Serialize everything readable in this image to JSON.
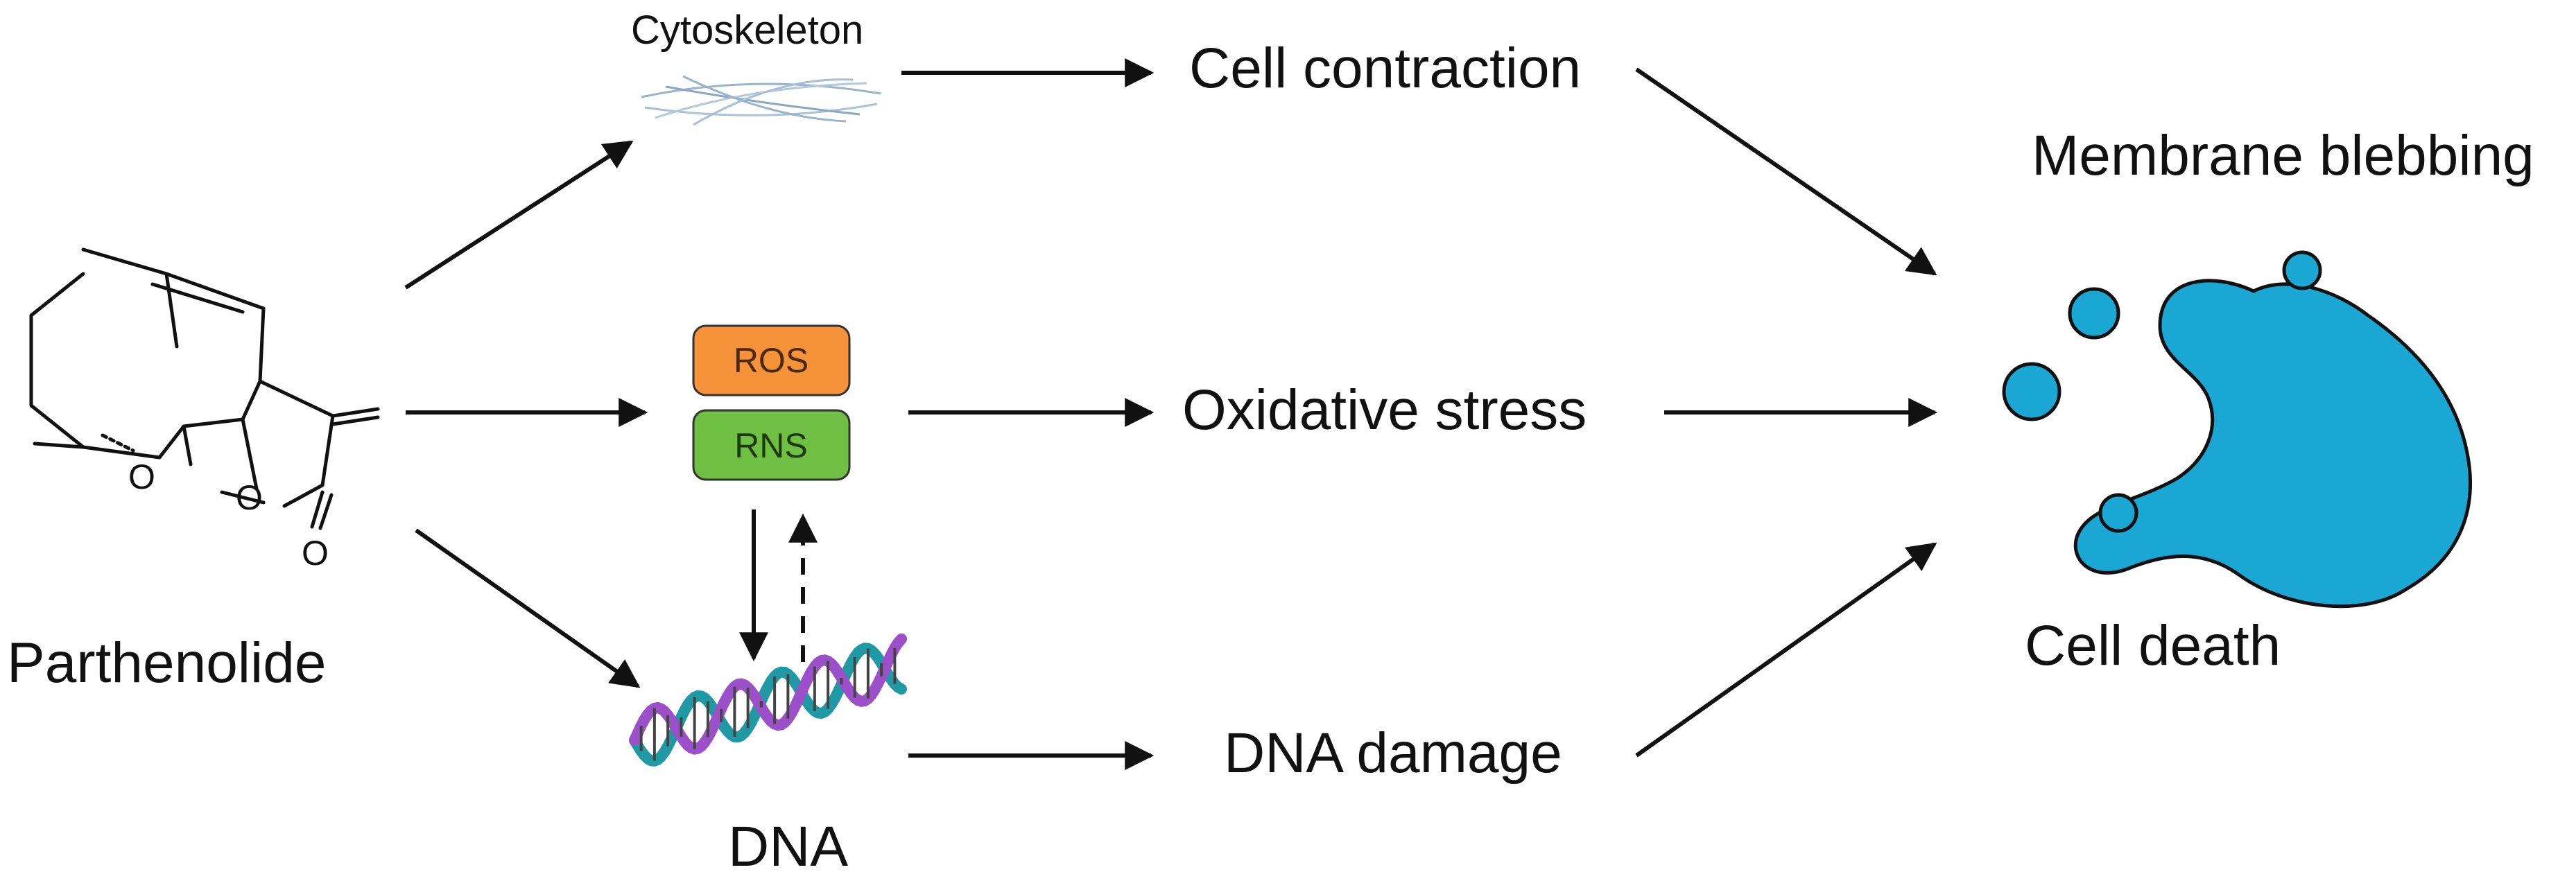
{
  "labels": {
    "parthenolide": "Parthenolide",
    "cytoskeleton": "Cytoskeleton",
    "cell_contraction": "Cell contraction",
    "oxidative_stress": "Oxidative stress",
    "dna_damage": "DNA damage",
    "dna": "DNA",
    "membrane_blebbing": "Membrane blebbing",
    "cell_death": "Cell death"
  },
  "molecule_atoms": {
    "epoxide_o": "O",
    "ring_o": "O",
    "carbonyl_o": "O"
  },
  "boxes": {
    "ros": {
      "label": "ROS",
      "color": "#f5923a"
    },
    "rns": {
      "label": "RNS",
      "color": "#6fbf44"
    }
  },
  "colors": {
    "cell": "#1aa7d3",
    "dna_strand_a": "#1f9aa5",
    "dna_strand_b": "#9b4fc8",
    "cytoskeleton": "#9ab4cc",
    "arrow": "#111111"
  }
}
